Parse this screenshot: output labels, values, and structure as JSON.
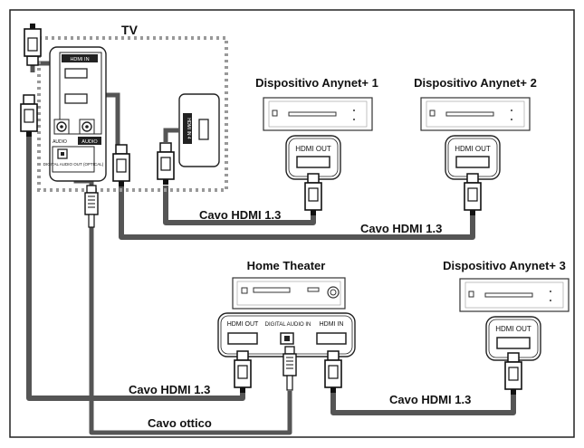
{
  "tv": {
    "title": "TV",
    "panel_hdmi_in": "HDMI IN",
    "panel_audio": "AUDIO",
    "panel_optical": "DIGITAL AUDIO OUT (OPTICAL)",
    "panel_side_hdmi": "HDMI IN 4",
    "panel_audio_small": "AUDIO"
  },
  "devices": {
    "anynet1": {
      "title": "Dispositivo Anynet+ 1",
      "port": "HDMI OUT"
    },
    "anynet2": {
      "title": "Dispositivo Anynet+ 2",
      "port": "HDMI OUT"
    },
    "anynet3": {
      "title": "Dispositivo Anynet+ 3",
      "port": "HDMI OUT"
    },
    "home_theater": {
      "title": "Home Theater",
      "port_hdmi_out": "HDMI OUT",
      "port_digital_in": "DIGITAL AUDIO IN",
      "port_hdmi_in": "HDMI IN"
    }
  },
  "cables": {
    "c1": "Cavo HDMI 1.3",
    "c2": "Cavo HDMI 1.3",
    "c3": "Cavo HDMI 1.3",
    "c4": "Cavo HDMI 1.3",
    "optical": "Cavo ottico"
  }
}
